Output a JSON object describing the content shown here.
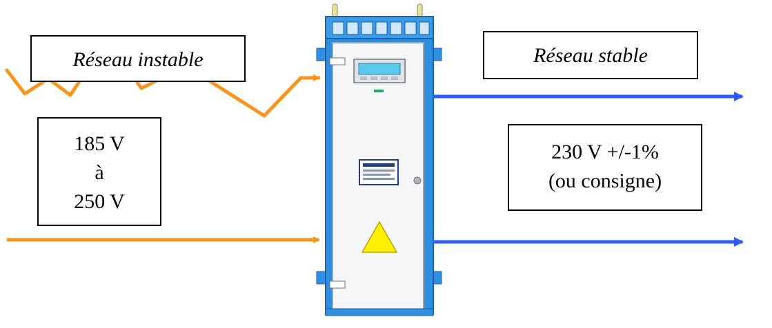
{
  "labels": {
    "unstable_network": "Réseau instable",
    "stable_network": "Réseau stable",
    "input_range": [
      "185 V",
      "à",
      "250 V"
    ],
    "output_value": [
      "230 V +/-1%",
      "(ou consigne)"
    ]
  },
  "colors": {
    "input_line": "#f7941d",
    "output_line": "#2e5bff",
    "cabinet_frame": "#2f8fe0",
    "cabinet_body": "#f4f6f9",
    "display_screen": "#5bc8f0",
    "warning_triangle": "#ffef00"
  },
  "icons": {
    "warning": "warning-triangle-icon",
    "display": "lcd-display-icon"
  }
}
